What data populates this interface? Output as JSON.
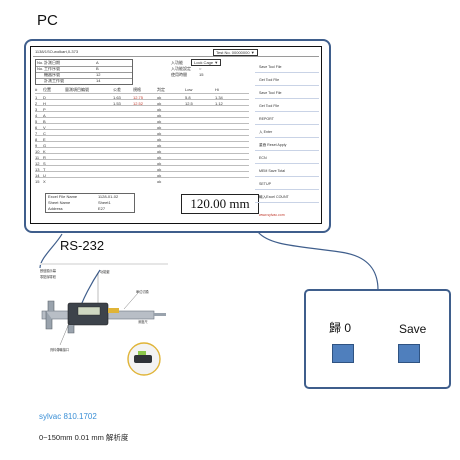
{
  "pc": {
    "label": "PC",
    "title_bar": "1138/1SO-wolkart,0-373",
    "test_no": "Test No. 00000000 ▼",
    "header": {
      "rows": [
        [
          "No.",
          "計測日期",
          "A"
        ],
        [
          "No.",
          "工作序號",
          "B"
        ],
        [
          "",
          "機器序號",
          "12"
        ],
        [
          "",
          "計測工作號",
          "14"
        ]
      ],
      "input_label": "入功能",
      "input_value": "Lock Cage ▼",
      "mode_label": "入功能設定",
      "mode_value": "○",
      "time_label": "使用時間",
      "time_value": "15"
    },
    "table": {
      "headers": [
        "#",
        "位置",
        "量測項目編號",
        "公差",
        "規格",
        "判定",
        "Low",
        "Hi"
      ],
      "rows": [
        [
          "1",
          "D",
          "",
          "1.63",
          "12.75",
          "ok",
          "5.8",
          "1.34"
        ],
        [
          "2",
          "H",
          "",
          "1.53",
          "12.52",
          "ok",
          "12.5",
          "1.12"
        ],
        [
          "3",
          "P",
          "",
          "",
          "",
          "ok",
          "",
          ""
        ],
        [
          "4",
          "A",
          "",
          "",
          "",
          "ok",
          "",
          ""
        ],
        [
          "5",
          "B",
          "",
          "",
          "",
          "ok",
          "",
          ""
        ],
        [
          "6",
          "V",
          "",
          "",
          "",
          "ok",
          "",
          ""
        ],
        [
          "7",
          "C",
          "",
          "",
          "",
          "ok",
          "",
          ""
        ],
        [
          "8",
          "E",
          "",
          "",
          "",
          "ok",
          "",
          ""
        ],
        [
          "9",
          "G",
          "",
          "",
          "",
          "ok",
          "",
          ""
        ],
        [
          "10",
          "K",
          "",
          "",
          "",
          "ok",
          "",
          ""
        ],
        [
          "11",
          "R",
          "",
          "",
          "",
          "ok",
          "",
          ""
        ],
        [
          "12",
          "S",
          "",
          "",
          "",
          "ok",
          "",
          ""
        ],
        [
          "13",
          "T",
          "",
          "",
          "",
          "ok",
          "",
          ""
        ],
        [
          "14",
          "U",
          "",
          "",
          "",
          "ok",
          "",
          ""
        ],
        [
          "15",
          "X",
          "",
          "",
          "",
          "ok",
          "",
          ""
        ]
      ]
    },
    "footer": {
      "rows": [
        [
          "Excel File Name",
          "1128-01-02"
        ],
        [
          "Sheet Name",
          "Sheet1"
        ],
        [
          "Address",
          "E27"
        ]
      ]
    },
    "measurement": "120.00 mm",
    "sidebar": [
      "Save Tool File",
      "Get Tool File",
      "Save Tool File",
      "Get Tool File",
      "REPORT",
      "入 Enter",
      "重疊 Reset Apply",
      "ECN",
      "MEM Save Total",
      "SETUP",
      "輸入Excel COUNT"
    ],
    "bottom_note": "www.sylvac.com"
  },
  "rs_label": "RS-232",
  "caliper": {
    "callouts": [
      "數值顯示幕",
      "零點歸零鈕",
      "功能鍵",
      "單位切換",
      "深度尺",
      "資料傳輸接口"
    ]
  },
  "device": {
    "zero_label": "歸 0",
    "save_label": "Save"
  },
  "captions": {
    "model": "sylvac 810.1702",
    "spec": "0~150mm 0.01 mm 解析度"
  },
  "colors": {
    "frame": "#3f5e8c",
    "button": "#4f7fbd",
    "caption_blue": "#3a8fd6",
    "connector": "#3f5e8c"
  }
}
